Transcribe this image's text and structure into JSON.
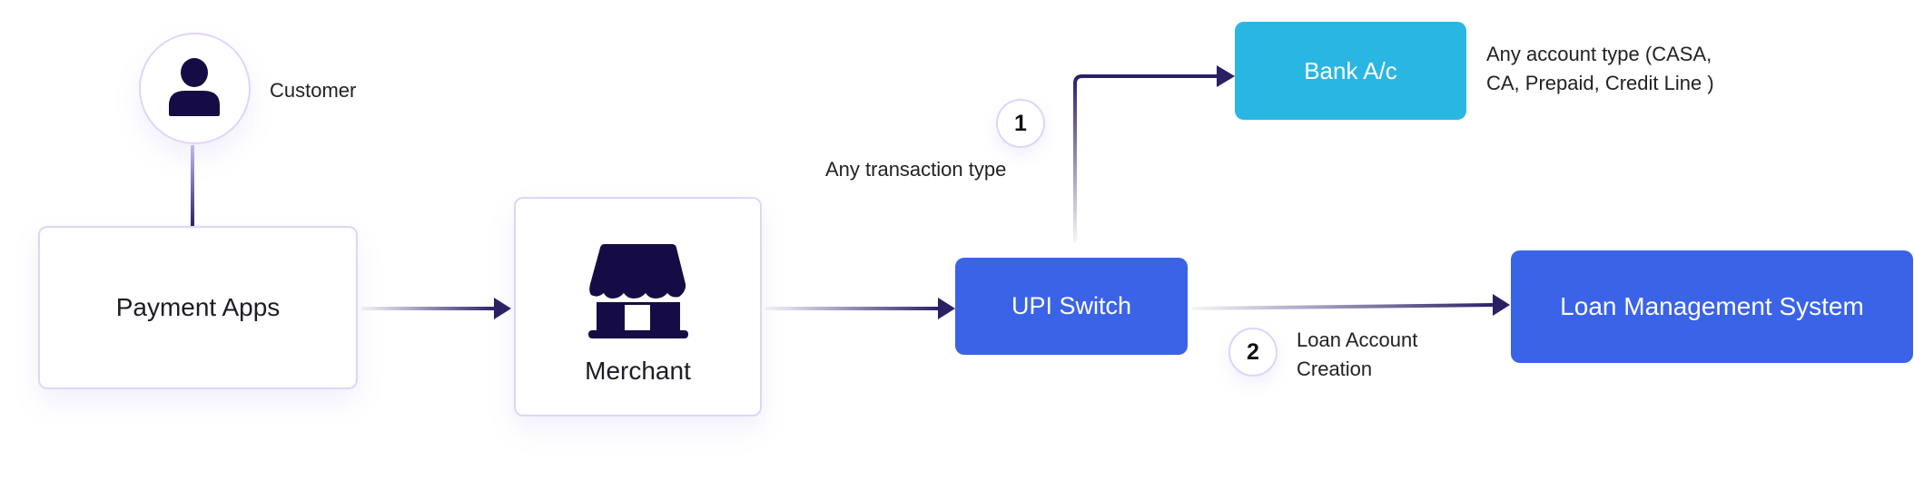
{
  "nodes": {
    "customer": {
      "label": "Customer",
      "icon": "user-icon"
    },
    "payment_apps": {
      "label": "Payment Apps"
    },
    "merchant": {
      "label": "Merchant",
      "icon": "store-icon"
    },
    "upi_switch": {
      "label": "UPI Switch"
    },
    "bank": {
      "label": "Bank A/c",
      "note_line1": "Any account type (CASA,",
      "note_line2": "CA, Prepaid, Credit Line )"
    },
    "lms": {
      "label": "Loan Management System"
    }
  },
  "steps": [
    {
      "number": "1",
      "label": "Any transaction type"
    },
    {
      "number": "2",
      "label_line1": "Loan Account",
      "label_line2": "Creation"
    }
  ],
  "colors": {
    "navy": "#160C45",
    "bank": "#2AB6E2",
    "blue": "#3B63E8",
    "border": "#E0D4FB"
  }
}
